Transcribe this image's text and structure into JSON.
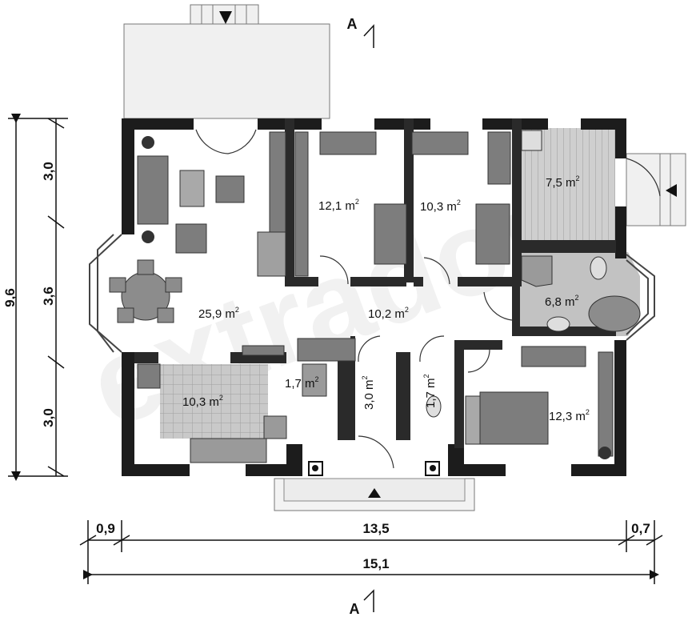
{
  "section_marker": "A",
  "rooms": [
    {
      "id": "living",
      "area": "25,9",
      "unit": "m",
      "exp": "2"
    },
    {
      "id": "bedroom-1",
      "area": "12,1",
      "unit": "m",
      "exp": "2"
    },
    {
      "id": "bedroom-2",
      "area": "10,3",
      "unit": "m",
      "exp": "2"
    },
    {
      "id": "boiler-room",
      "area": "7,5",
      "unit": "m",
      "exp": "2"
    },
    {
      "id": "bathroom",
      "area": "6,8",
      "unit": "m",
      "exp": "2"
    },
    {
      "id": "hall",
      "area": "10,2",
      "unit": "m",
      "exp": "2"
    },
    {
      "id": "kitchen",
      "area": "10,3",
      "unit": "m",
      "exp": "2"
    },
    {
      "id": "pantry",
      "area": "1,7",
      "unit": "m",
      "exp": "2"
    },
    {
      "id": "vestibule",
      "area": "3,0",
      "unit": "m",
      "exp": "2"
    },
    {
      "id": "wc",
      "area": "1,7",
      "unit": "m",
      "exp": "2"
    },
    {
      "id": "master-bedroom",
      "area": "12,3",
      "unit": "m",
      "exp": "2"
    }
  ],
  "dimensions": {
    "left_outer": "9,6",
    "left_segments": [
      "3,0",
      "3,6",
      "3,0"
    ],
    "bottom_segments": [
      "0,9",
      "13,5",
      "0,7"
    ],
    "bottom_total": "15,1"
  },
  "watermark": "extradom",
  "colors": {
    "wall": "#1c1c1c",
    "floor_grey": "#c8c8c8",
    "tile": "#b9b9b9",
    "background": "#ffffff"
  }
}
